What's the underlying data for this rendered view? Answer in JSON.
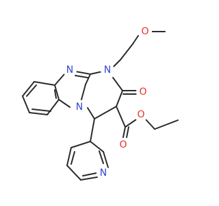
{
  "molecule": {
    "atoms": {
      "o_methoxy": "O",
      "n_ring_top": "N",
      "n_imidazole": "N",
      "n_ring_bridge": "N",
      "o_carbonyl": "O",
      "o_ester_carbonyl": "O",
      "o_ester": "O",
      "n_pyridine": "N"
    },
    "colors": {
      "bond": "#2b2b2b",
      "oxygen": "#e8302a",
      "nitrogen": "#3045d8"
    }
  }
}
